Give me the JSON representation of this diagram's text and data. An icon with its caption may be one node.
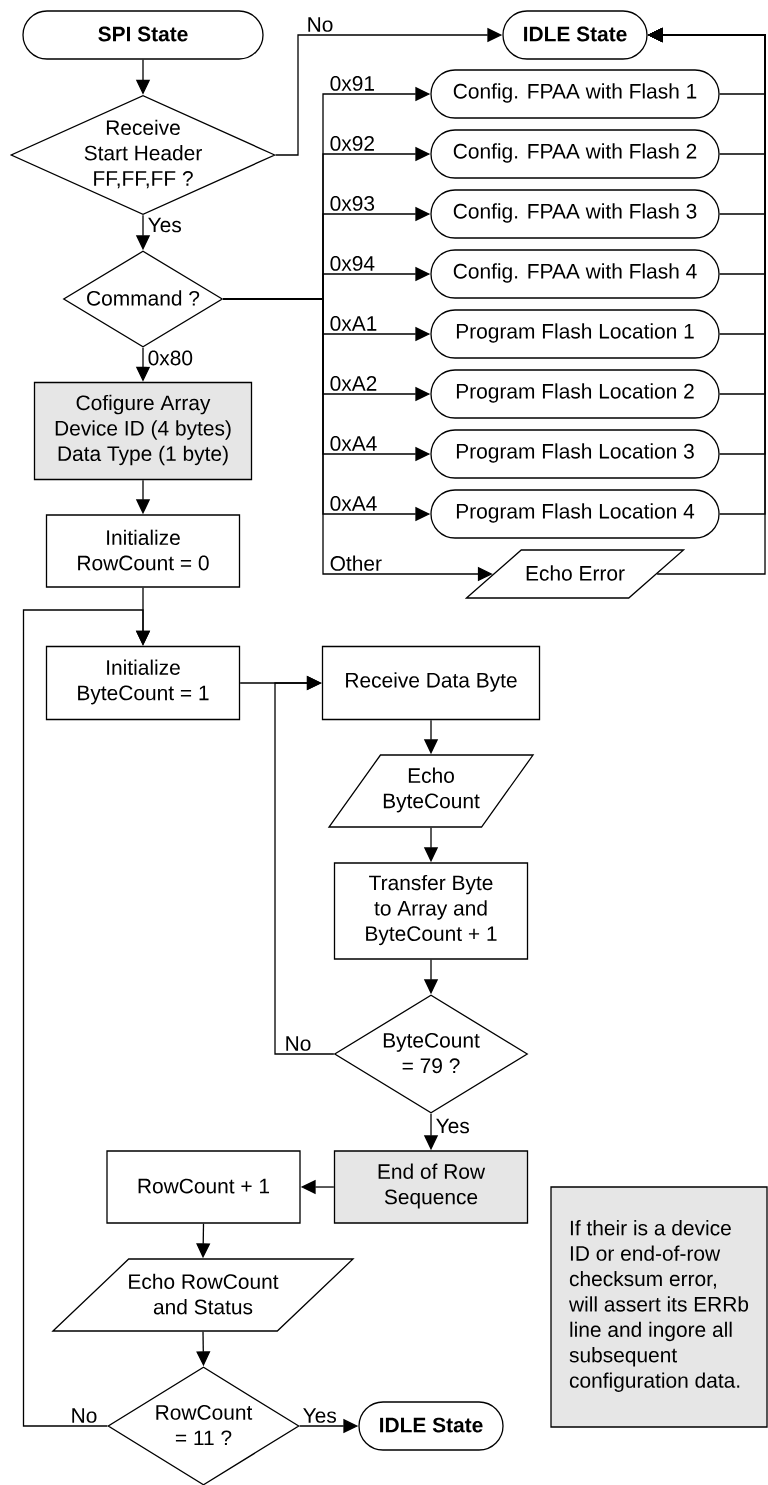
{
  "diagram": {
    "nodes": [
      {
        "text": [
          "SPI State"
        ]
      },
      {
        "text": [
          "IDLE State"
        ]
      },
      {
        "text": [
          "Receive Start Header FF,FF,FF ?"
        ]
      },
      {
        "text": [
          "Command ?"
        ]
      },
      {
        "text": [
          "Config. FPAA with Flash 1"
        ]
      },
      {
        "text": [
          "Config. FPAA with Flash 2"
        ]
      },
      {
        "text": [
          "Config. FPAA with Flash 3"
        ]
      },
      {
        "text": [
          "Config. FPAA with Flash 4"
        ]
      },
      {
        "text": [
          "Program Flash Location 1"
        ]
      },
      {
        "text": [
          "Program Flash Location 2"
        ]
      },
      {
        "text": [
          "Program Flash Location 3"
        ]
      },
      {
        "text": [
          "Program Flash Location 4"
        ]
      },
      {
        "text": [
          "Echo Error"
        ]
      },
      {
        "text": [
          "Cofigure Array Device ID (4 bytes) Data Type (1 byte)"
        ]
      },
      {
        "text": [
          "Initialize RowCount = 0"
        ]
      },
      {
        "text": [
          "Initialize ByteCount = 1"
        ]
      },
      {
        "text": [
          "Receive Data Byte"
        ]
      },
      {
        "text": [
          "Echo ByteCount"
        ]
      },
      {
        "text": [
          "Transfer Byte to Array and ByteCount + 1"
        ]
      },
      {
        "text": [
          "ByteCount = 79 ?"
        ]
      },
      {
        "text": [
          "End of Row Sequence"
        ]
      },
      {
        "text": [
          "RowCount + 1"
        ]
      },
      {
        "text": [
          "Echo RowCount and Status"
        ]
      },
      {
        "text": [
          "RowCount = 11 ?"
        ]
      },
      {
        "text": [
          "IDLE State"
        ]
      },
      {
        "text": [
          "If their is a device ID or end-of-row checksum error, will assert its ERRb line and ingore all subsequent configuration data."
        ]
      }
    ],
    "edges": [
      {
        "from": 0,
        "to": 2,
        "arrow": "to"
      },
      {
        "from": 2,
        "to": 1,
        "arrow": "to",
        "label": "No"
      },
      {
        "from": 2,
        "to": 3,
        "arrow": "to",
        "label": "Yes"
      },
      {
        "from": 3,
        "to": 4,
        "arrow": "to",
        "label": "0x91"
      },
      {
        "from": 3,
        "to": 5,
        "arrow": "to",
        "label": "0x92"
      },
      {
        "from": 3,
        "to": 6,
        "arrow": "to",
        "label": "0x93"
      },
      {
        "from": 3,
        "to": 7,
        "arrow": "to",
        "label": "0x94"
      },
      {
        "from": 3,
        "to": 8,
        "arrow": "to",
        "label": "0xA1"
      },
      {
        "from": 3,
        "to": 9,
        "arrow": "to",
        "label": "0xA2"
      },
      {
        "from": 3,
        "to": 10,
        "arrow": "to",
        "label": "0xA4"
      },
      {
        "from": 3,
        "to": 11,
        "arrow": "to",
        "label": "0xA4"
      },
      {
        "from": 3,
        "to": 12,
        "arrow": "to",
        "label": "Other"
      },
      {
        "from": 3,
        "to": 13,
        "arrow": "to",
        "label": "0x80"
      },
      {
        "from": 4,
        "to": 1,
        "arrow": "to"
      },
      {
        "from": 5,
        "to": 1,
        "arrow": "to"
      },
      {
        "from": 6,
        "to": 1,
        "arrow": "to"
      },
      {
        "from": 7,
        "to": 1,
        "arrow": "to"
      },
      {
        "from": 8,
        "to": 1,
        "arrow": "to"
      },
      {
        "from": 9,
        "to": 1,
        "arrow": "to"
      },
      {
        "from": 10,
        "to": 1,
        "arrow": "to"
      },
      {
        "from": 11,
        "to": 1,
        "arrow": "to"
      },
      {
        "from": 12,
        "to": 1,
        "arrow": "to"
      },
      {
        "from": 13,
        "to": 14,
        "arrow": "to"
      },
      {
        "from": 14,
        "to": 15,
        "arrow": "to"
      },
      {
        "from": 15,
        "to": 16,
        "arrow": "to"
      },
      {
        "from": 16,
        "to": 17,
        "arrow": "to"
      },
      {
        "from": 17,
        "to": 18,
        "arrow": "to"
      },
      {
        "from": 18,
        "to": 19,
        "arrow": "to"
      },
      {
        "from": 19,
        "to": 16,
        "arrow": "to",
        "label": "No"
      },
      {
        "from": 19,
        "to": 20,
        "arrow": "to",
        "label": "Yes"
      },
      {
        "from": 20,
        "to": 21,
        "arrow": "to"
      },
      {
        "from": 21,
        "to": 22,
        "arrow": "to"
      },
      {
        "from": 22,
        "to": 23,
        "arrow": "to"
      },
      {
        "from": 23,
        "to": 15,
        "arrow": "to",
        "label": "No"
      },
      {
        "from": 23,
        "to": 24,
        "arrow": "to",
        "label": "Yes"
      }
    ]
  }
}
